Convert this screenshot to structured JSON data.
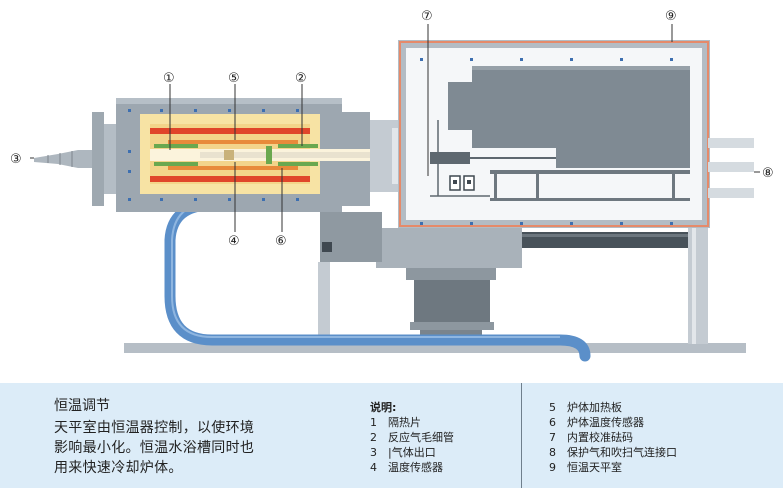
{
  "callouts": {
    "c1": "①",
    "c2": "②",
    "c3": "③",
    "c4": "④",
    "c5": "⑤",
    "c6": "⑥",
    "c7": "⑦",
    "c8": "⑧",
    "c9": "⑨"
  },
  "info": {
    "title": "恒温调节",
    "lines": [
      "天平室由恒温器控制，以使环境",
      "影响最小化。恒温水浴槽同时也",
      "用来快速冷却炉体。"
    ]
  },
  "legend": {
    "title": "说明:",
    "items": [
      {
        "num": "1",
        "label": "隔热片"
      },
      {
        "num": "2",
        "label": "反应气毛细管"
      },
      {
        "num": "3",
        "label": "|气体出口"
      },
      {
        "num": "4",
        "label": "温度传感器"
      },
      {
        "num": "5",
        "label": "炉体加热板"
      },
      {
        "num": "6",
        "label": "炉体温度传感器"
      },
      {
        "num": "7",
        "label": "内置校准砝码"
      },
      {
        "num": "8",
        "label": "保护气和吹扫气连接口"
      },
      {
        "num": "9",
        "label": "恒温天平室"
      }
    ]
  },
  "colors": {
    "body_gray": "#9da7b0",
    "water_hose": "#5b8fc9",
    "panel_bg": "#dcecf8",
    "heater_red": "#e0452a",
    "insulation_yellow": "#f7e3a4"
  }
}
